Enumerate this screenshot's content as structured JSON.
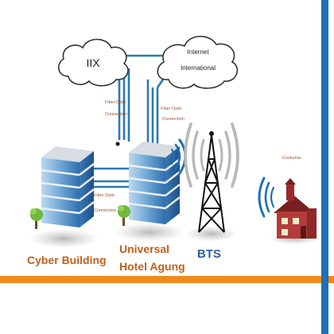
{
  "clouds": {
    "iix": "IIX",
    "internet_line1": "Internet",
    "internet_line2": "International"
  },
  "fiber_labels": {
    "left_upper_1": "Fiber Optic",
    "left_upper_2": "Connection",
    "right_upper_1": "Fiber Optic",
    "right_upper_2": "Connection",
    "middle_1": "Fiber Optic",
    "middle_2": "Connection"
  },
  "nodes": {
    "cyber_building": "Cyber Building",
    "hotel_line1": "Universal",
    "hotel_line2": "Hotel Agung",
    "bts": "BTS",
    "customer": "Costumer"
  },
  "colors": {
    "fiber_line": "#2a7ab0",
    "accent_bar": "#f08a1c",
    "right_bar": "#1f6fb5",
    "label_brown": "#c0601a",
    "bts_blue": "#2c5f9e"
  }
}
